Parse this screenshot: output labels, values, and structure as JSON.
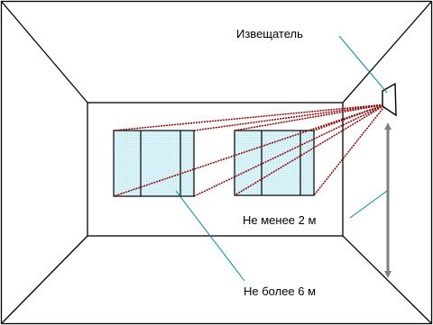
{
  "labels": {
    "detector": "Извещатель",
    "min_height": "Не менее 2 м",
    "max_distance": "Не более 6 м"
  },
  "colors": {
    "outline": "#000000",
    "beam": "#8b0000",
    "window_fill": "#d9f2f7",
    "leader": "#008b9b",
    "dimension_arrow": "#808080"
  },
  "windows": [
    {
      "name": "window-left",
      "panes": 3
    },
    {
      "name": "window-right",
      "panes": 3
    }
  ],
  "icons": {
    "detector": "ceiling-detector-icon",
    "height_arrow": "double-headed-arrow-icon"
  }
}
